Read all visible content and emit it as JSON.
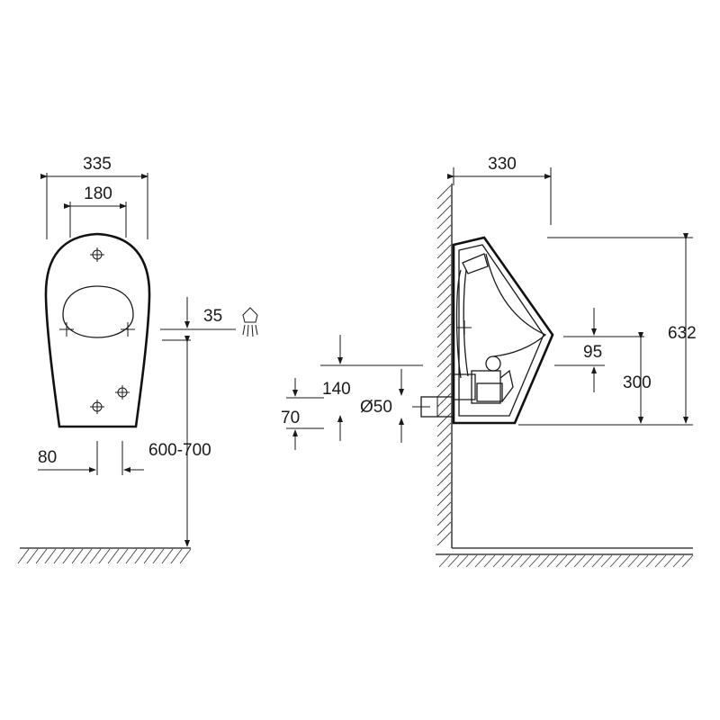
{
  "front_view": {
    "width_label": "335",
    "inner_width_label": "180",
    "outlet_depth_label": "35",
    "rim_height_label": "600-700",
    "offset_label": "80"
  },
  "side_view": {
    "depth_label": "330",
    "height_label": "632",
    "inlet_height_label": "300",
    "inlet_offset_label": "95",
    "outlet_center_label": "140",
    "outlet_diameter_label": "Ø50",
    "outlet_offset_label": "70"
  }
}
